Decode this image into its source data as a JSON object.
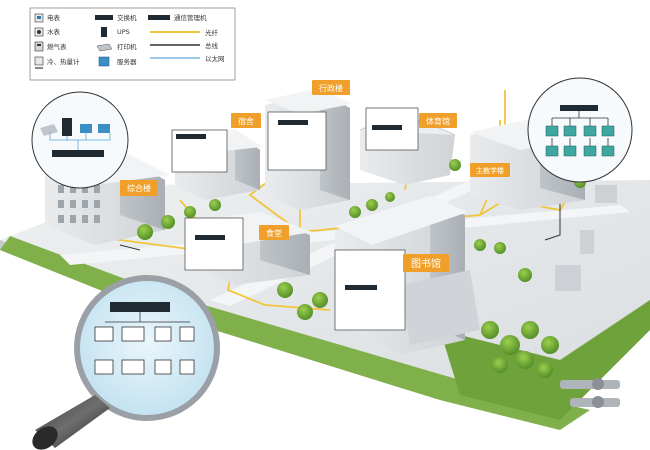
{
  "legend": {
    "devices": [
      {
        "id": "electric_meter",
        "label": "电表",
        "icon": "electric-meter-icon"
      },
      {
        "id": "water_meter",
        "label": "水表",
        "icon": "water-meter-icon"
      },
      {
        "id": "gas_meter",
        "label": "燃气表",
        "icon": "gas-meter-icon"
      },
      {
        "id": "heat_meter",
        "label": "冷、热量计",
        "icon": "heat-meter-icon"
      },
      {
        "id": "switch",
        "label": "交换机",
        "icon": "switch-icon"
      },
      {
        "id": "ups",
        "label": "UPS",
        "icon": "ups-icon"
      },
      {
        "id": "printer",
        "label": "打印机",
        "icon": "printer-icon"
      },
      {
        "id": "server",
        "label": "服务器",
        "icon": "server-icon"
      },
      {
        "id": "comm_manager",
        "label": "通信管理机",
        "icon": "comm-manager-icon"
      }
    ],
    "lines": [
      {
        "id": "fiber",
        "label": "光纤",
        "color": "#f2c53a"
      },
      {
        "id": "bus",
        "label": "总线",
        "color": "#333333"
      },
      {
        "id": "ethernet",
        "label": "以太网",
        "color": "#7ab8e0"
      }
    ]
  },
  "buildings": [
    {
      "id": "complex",
      "label": "综合楼"
    },
    {
      "id": "dorm",
      "label": "宿舍"
    },
    {
      "id": "admin",
      "label": "行政楼"
    },
    {
      "id": "gym",
      "label": "体育馆"
    },
    {
      "id": "teaching",
      "label": "主教学楼"
    },
    {
      "id": "canteen",
      "label": "食堂"
    },
    {
      "id": "library",
      "label": "图书馆"
    }
  ],
  "colors": {
    "fiber": "#f2c53a",
    "label_bg": "#f0a02a",
    "ground": "#e4e7e9",
    "grass": "#6fa23a",
    "building": "#d8dcdf",
    "lens": "#c9e6f4"
  }
}
